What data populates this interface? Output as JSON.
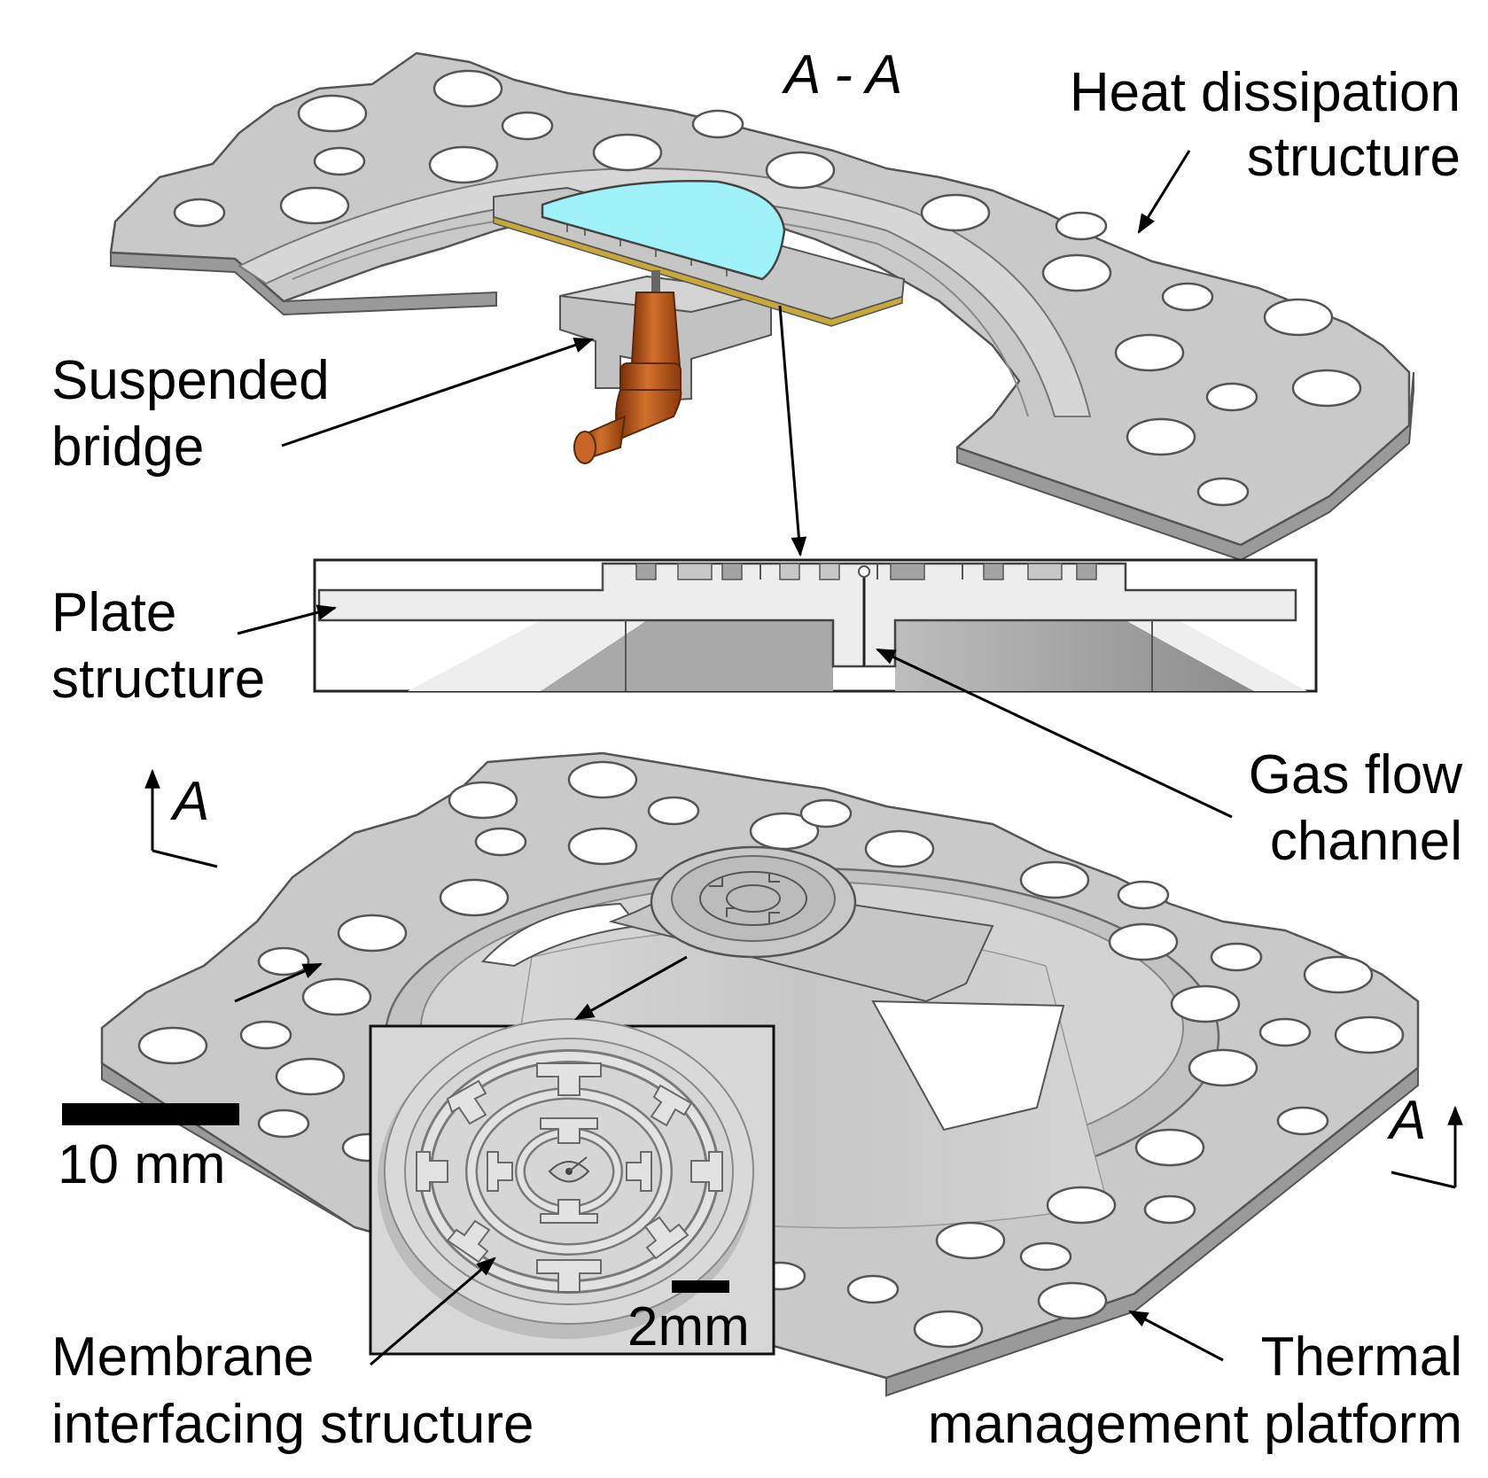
{
  "section_label": "A - A",
  "section_marker_left": "A",
  "section_marker_right": "A",
  "labels": {
    "heat_dissipation": [
      "Heat dissipation",
      "structure"
    ],
    "suspended_bridge": [
      "Suspended",
      "bridge"
    ],
    "plate_structure": [
      "Plate",
      "structure"
    ],
    "gas_flow_channel": [
      "Gas flow",
      "channel"
    ],
    "membrane_interfacing": [
      "Membrane",
      "interfacing structure"
    ],
    "thermal_platform": [
      "Thermal",
      "management platform"
    ]
  },
  "scale_bars": {
    "main": "10 mm",
    "inset": "2mm"
  },
  "colors": {
    "plate_gray": "#c8c8c8",
    "edge_gray": "#8a8a8a",
    "membrane_cyan": "#9ff2f8",
    "fitting_copper": "#b8541a"
  }
}
